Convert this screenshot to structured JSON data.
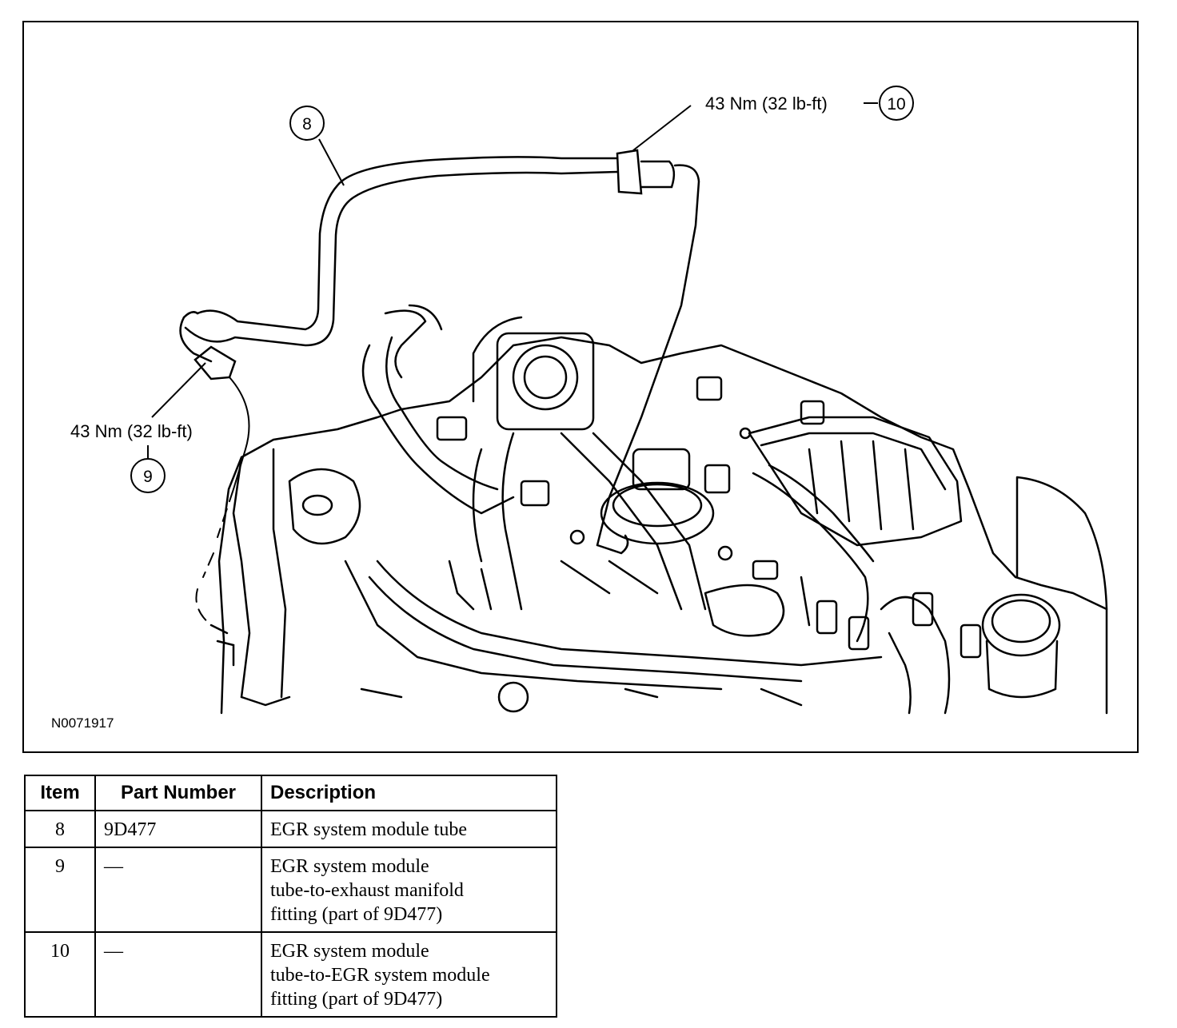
{
  "figure": {
    "id": "N0071917",
    "callouts": [
      {
        "item": "8"
      },
      {
        "item": "9",
        "torque": "43 Nm (32 lb-ft)"
      },
      {
        "item": "10",
        "torque": "43 Nm (32 lb-ft)"
      }
    ]
  },
  "table": {
    "headers": [
      "Item",
      "Part Number",
      "Description"
    ],
    "rows": [
      {
        "item": "8",
        "part": "9D477",
        "description": [
          "EGR system module tube"
        ]
      },
      {
        "item": "9",
        "part": "—",
        "description": [
          "EGR system module",
          "tube-to-exhaust manifold",
          "fitting (part of 9D477)"
        ]
      },
      {
        "item": "10",
        "part": "—",
        "description": [
          "EGR system module",
          "tube-to-EGR system module",
          "fitting (part of 9D477)"
        ]
      }
    ]
  }
}
